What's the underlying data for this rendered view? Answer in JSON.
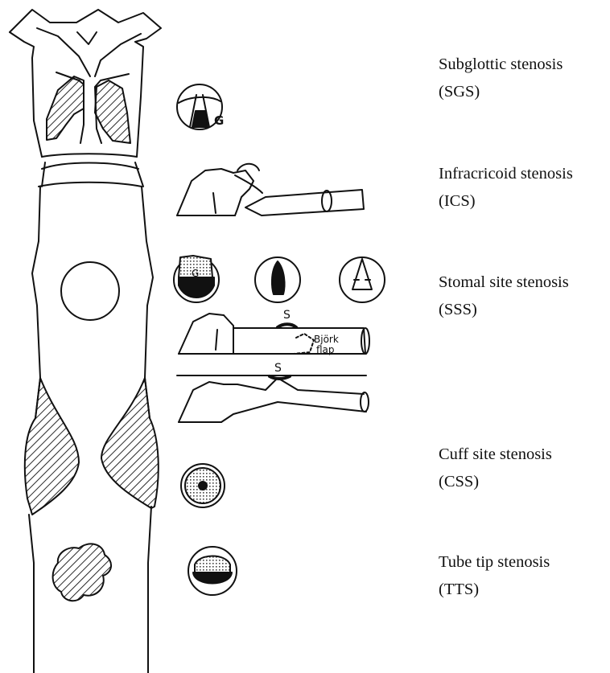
{
  "stenoses": [
    {
      "id": "sgs",
      "name": "Subglottic stenosis",
      "abbr": "(SGS)"
    },
    {
      "id": "ics",
      "name": "Infracricoid stenosis",
      "abbr": "(ICS)"
    },
    {
      "id": "sss",
      "name": "Stomal site stenosis",
      "abbr": "(SSS)"
    },
    {
      "id": "css",
      "name": "Cuff site stenosis",
      "abbr": "(CSS)"
    },
    {
      "id": "tts",
      "name": "Tube tip stenosis",
      "abbr": "(TTS)"
    }
  ],
  "sketch_marks": {
    "sgs_letter": "G",
    "sss_letter_top": "S",
    "sss_letter_bottom": "S",
    "flap_line1": "Björk",
    "flap_line2": "flap",
    "stoma_letter": "G"
  }
}
